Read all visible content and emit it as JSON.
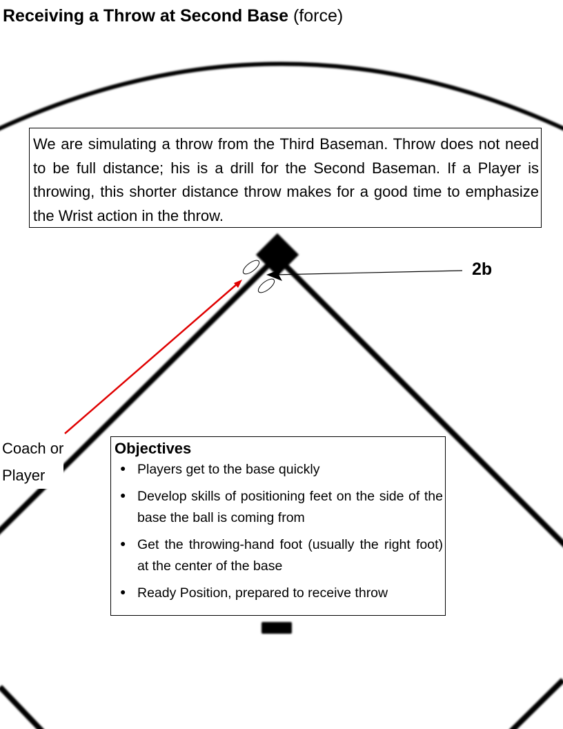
{
  "title": {
    "bold": "Receiving  a Throw at Second Base",
    "normal": "(force)"
  },
  "description": "We are simulating a throw from the Third Baseman.  Throw does not need to be full distance; his is a drill for the Second Baseman.  If a Player is throwing, this shorter distance throw makes for a good time to emphasize the Wrist action in the throw.",
  "base_label": "2b",
  "coach_label": {
    "line1": "Coach or",
    "line2": "Player"
  },
  "objectives": {
    "heading": "Objectives",
    "items": [
      "Players get to the base quickly",
      "Develop skills of positioning feet on the side of the base the ball is coming from",
      "Get the throwing-hand foot (usually the right foot) at the center of the base",
      "Ready Position, prepared to receive throw"
    ]
  },
  "colors": {
    "throw_arrow": "#e00000",
    "lines": "#000000"
  }
}
